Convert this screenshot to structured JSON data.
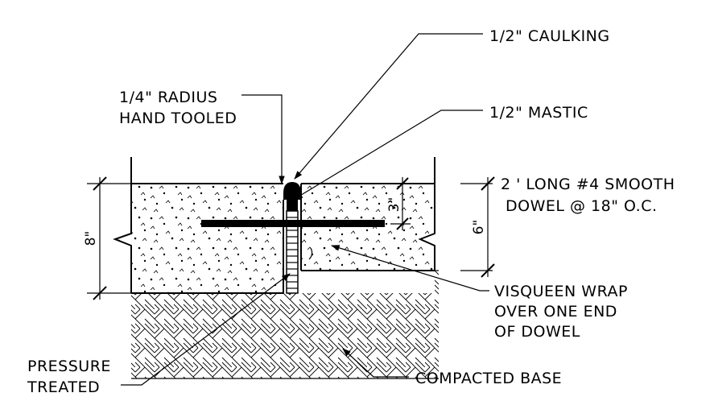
{
  "labels": {
    "caulking": "1/2\" CAULKING",
    "radius_line1": "1/4\" RADIUS",
    "radius_line2": "HAND TOOLED",
    "mastic": "1/2\" MASTIC",
    "dowel_line1": "2 ' LONG #4 SMOOTH",
    "dowel_line2": "DOWEL @ 18\" O.C.",
    "visqueen_line1": "VISQUEEN WRAP",
    "visqueen_line2": "OVER ONE END",
    "visqueen_line3": "OF DOWEL",
    "pressure_line1": "PRESSURE",
    "pressure_line2": "TREATED",
    "compacted": "COMPACTED BASE"
  },
  "dimensions": {
    "slab_thickness": "8\"",
    "top_to_dowel": "3\"",
    "dowel_depth": "6\""
  },
  "colors": {
    "ink": "#000000",
    "paper": "#ffffff"
  }
}
